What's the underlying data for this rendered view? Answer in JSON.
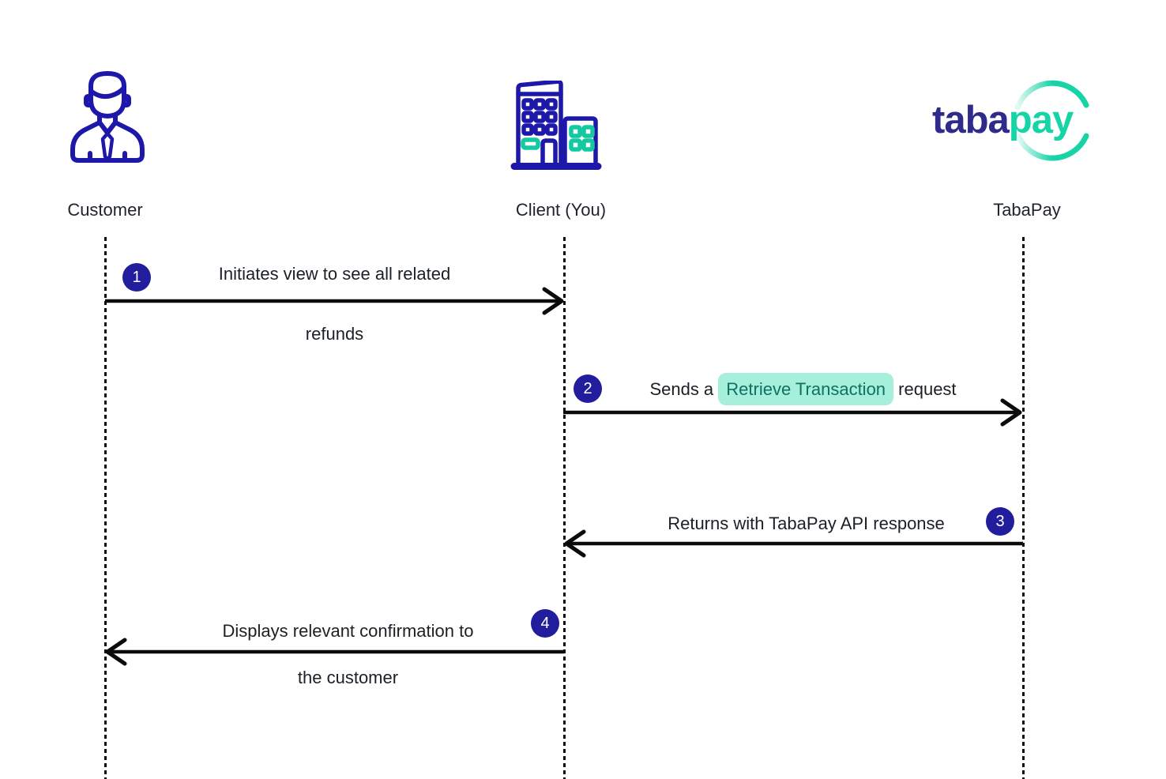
{
  "actors": [
    {
      "label": "Customer",
      "icon": "person-icon"
    },
    {
      "label": "Client (You)",
      "icon": "building-icon"
    },
    {
      "label": "TabaPay",
      "icon": "tabapay-logo"
    }
  ],
  "logo": {
    "navy_part": "taba",
    "teal_part": "pay"
  },
  "messages": [
    {
      "number": "1",
      "from": "Customer",
      "to": "Client (You)",
      "direction": "right",
      "line1": "Initiates view to see all related",
      "line2": "refunds"
    },
    {
      "number": "2",
      "from": "Client (You)",
      "to": "TabaPay",
      "direction": "right",
      "prefix": "Sends a ",
      "highlight": "Retrieve Transaction",
      "suffix": " request"
    },
    {
      "number": "3",
      "from": "TabaPay",
      "to": "Client (You)",
      "direction": "left",
      "line1": "Returns with TabaPay API response"
    },
    {
      "number": "4",
      "from": "Client (You)",
      "to": "Customer",
      "direction": "left",
      "line1": "Displays relevant confirmation to",
      "line2": "the customer"
    }
  ],
  "colors": {
    "icon_navy": "#1d18aa",
    "logo_navy": "#2e2b8a",
    "badge_navy": "#211d9c",
    "teal": "#17d4a7",
    "building_teal": "#14c9a2",
    "highlight_bg": "#a6efda",
    "highlight_text": "#0e7163",
    "arrow_black": "#0b0b0b",
    "text": "#1b2026"
  }
}
